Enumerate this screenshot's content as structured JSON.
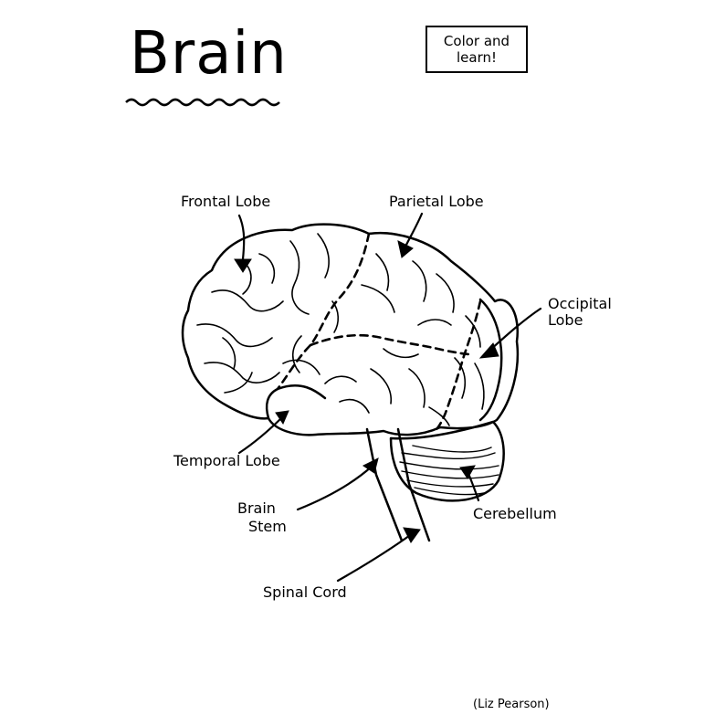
{
  "title": "Brain",
  "tag": {
    "line1": "Color and",
    "line2": "learn!"
  },
  "labels": {
    "frontal": "Frontal Lobe",
    "parietal": "Parietal Lobe",
    "occipital_1": "Occipital",
    "occipital_2": "Lobe",
    "temporal": "Temporal Lobe",
    "brain_stem_1": "Brain",
    "brain_stem_2": "Stem",
    "cerebellum": "Cerebellum",
    "spinal_cord": "Spinal Cord"
  },
  "credit": "(Liz Pearson)"
}
